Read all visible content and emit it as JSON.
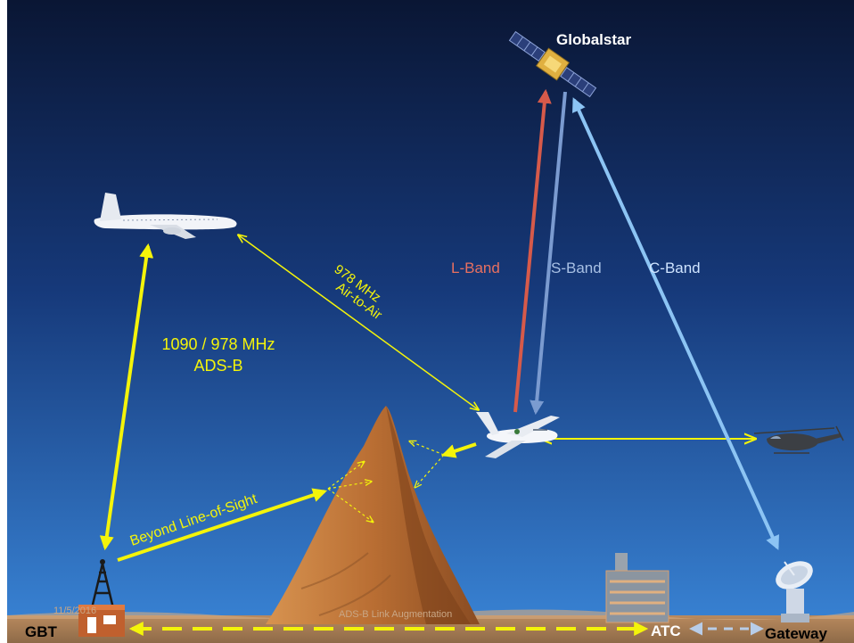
{
  "title": "Globalstar",
  "links": {
    "l_band": "L-Band",
    "s_band": "S-Band",
    "c_band": "C-Band",
    "air_to_air_freq": "978 MHz",
    "air_to_air_mode": "Air-to-Air",
    "adsb_freq": "1090 / 978 MHz",
    "adsb_mode": "ADS-B",
    "beyond_los": "Beyond Line-of-Sight"
  },
  "ground": {
    "gbt": "GBT",
    "atc": "ATC",
    "gateway": "Gateway"
  },
  "footer": {
    "date": "11/5/2016",
    "caption": "ADS-B Link Augmentation"
  },
  "colors": {
    "sky_top": "#0b1a3e",
    "sky_bottom": "#2c74c8",
    "yellow_link": "#f4f40a",
    "l_band": "#d65a4a",
    "s_band": "#7b9bd0",
    "c_band": "#8cc4f4",
    "mountain": "#c47a3a",
    "ground": "#b98a5e"
  },
  "icons": [
    "satellite-icon",
    "airliner-icon",
    "small-plane-icon",
    "helicopter-icon",
    "tower-icon",
    "mountain-icon",
    "atc-building-icon",
    "dish-antenna-icon"
  ]
}
